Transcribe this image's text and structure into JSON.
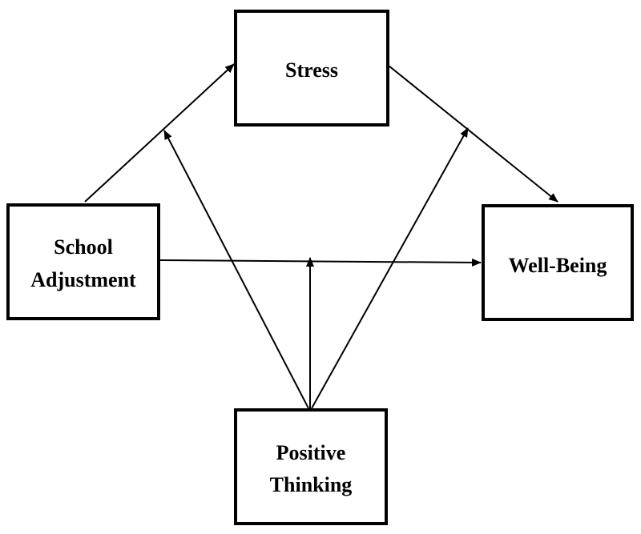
{
  "nodes": {
    "stress": {
      "lines": [
        "Stress"
      ]
    },
    "school_adjustment": {
      "lines": [
        "School",
        "Adjustment"
      ]
    },
    "well_being": {
      "lines": [
        "Well-Being"
      ]
    },
    "positive_thinking": {
      "lines": [
        "Positive",
        "Thinking"
      ]
    }
  },
  "edges": [
    {
      "from": "school_adjustment",
      "to": "stress",
      "kind": "path"
    },
    {
      "from": "stress",
      "to": "well_being",
      "kind": "path"
    },
    {
      "from": "school_adjustment",
      "to": "well_being",
      "kind": "path"
    },
    {
      "from": "positive_thinking",
      "to": "school_adjustment→stress",
      "kind": "moderation"
    },
    {
      "from": "positive_thinking",
      "to": "stress→well_being",
      "kind": "moderation"
    },
    {
      "from": "positive_thinking",
      "to": "school_adjustment→well_being",
      "kind": "moderation"
    }
  ],
  "colors": {
    "stroke": "#000000",
    "background": "#ffffff"
  }
}
